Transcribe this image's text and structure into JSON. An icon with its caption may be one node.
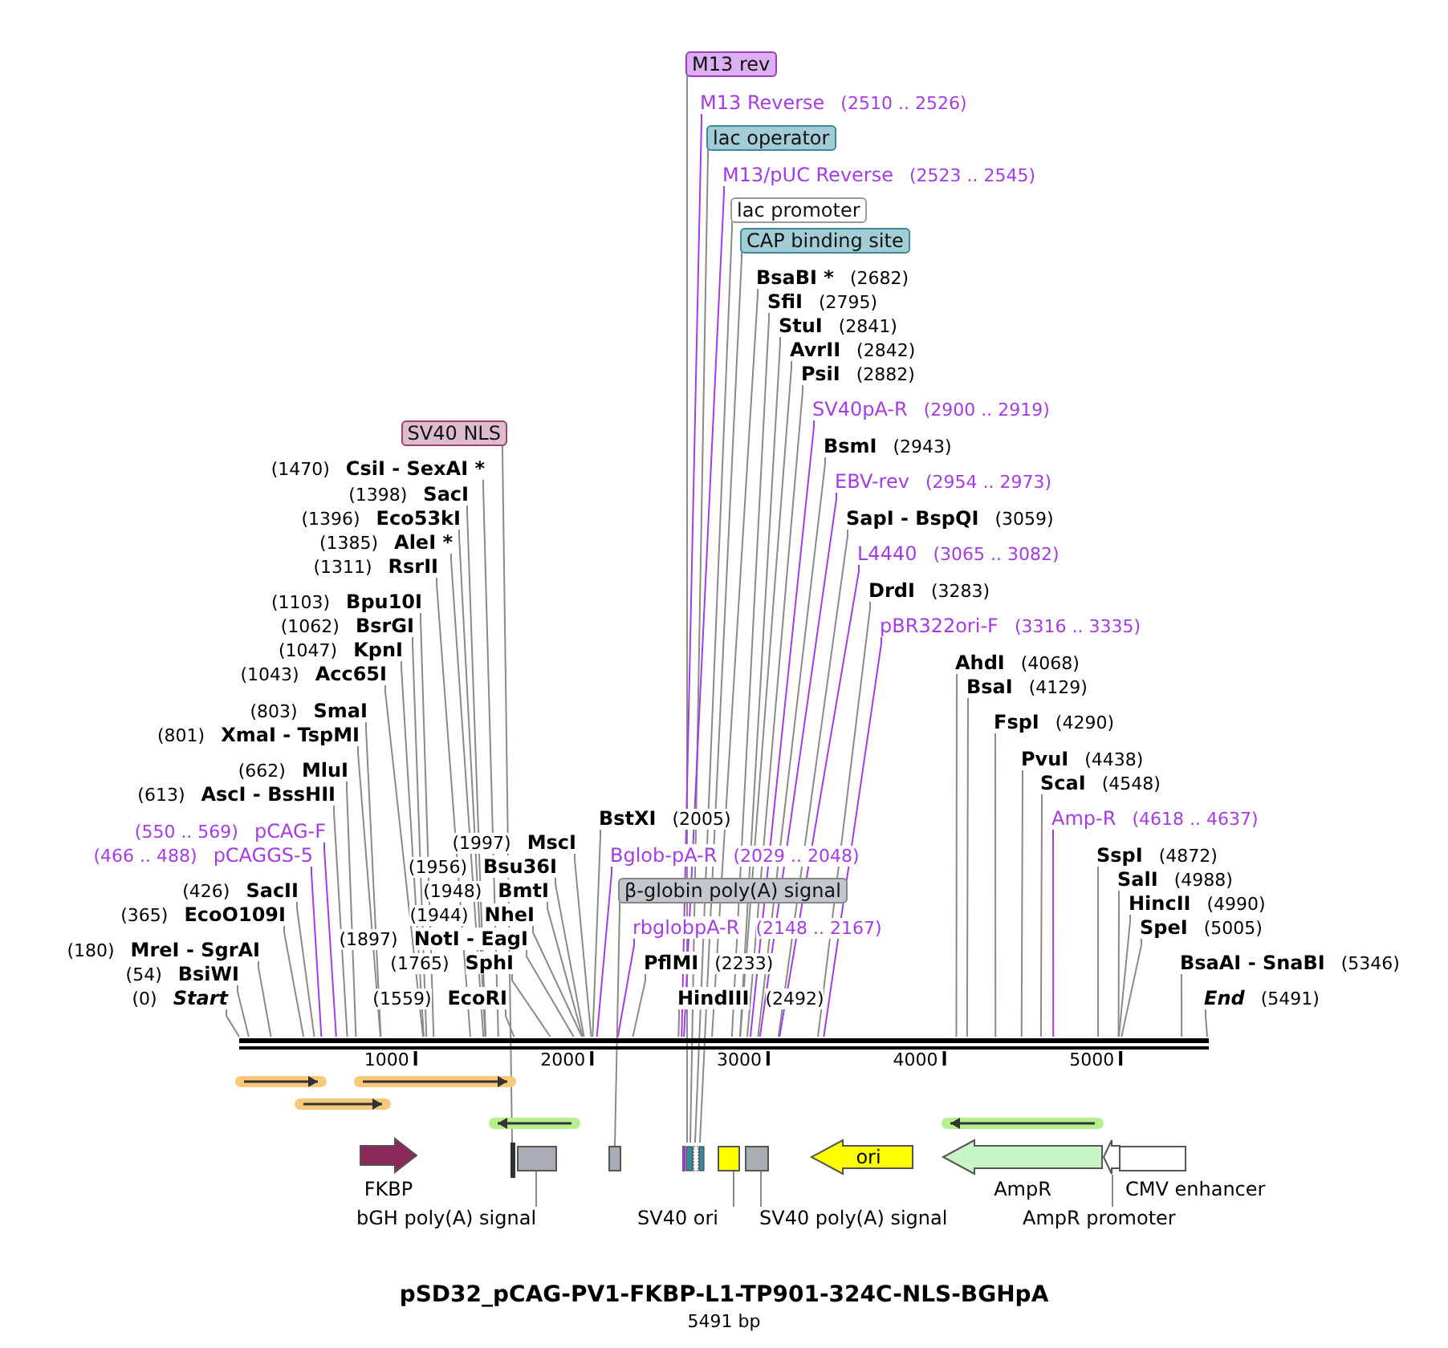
{
  "diagram": {
    "title": "pSD32_pCAG-PV1-FKBP-L1-TP901-324C-NLS-BGHpA",
    "caption": "5491 bp",
    "nodes": [
      {
        "text": [
          "M13 rev"
        ]
      },
      {
        "text": [
          "M13 Reverse",
          "(2510 .. 2526)"
        ]
      },
      {
        "text": [
          "lac operator"
        ]
      },
      {
        "text": [
          "M13/pUC Reverse",
          "(2523 .. 2545)"
        ]
      },
      {
        "text": [
          "lac promoter"
        ]
      },
      {
        "text": [
          "CAP binding site"
        ]
      },
      {
        "text": [
          "BsaBI *",
          "(2682)"
        ]
      },
      {
        "text": [
          "SfiI",
          "(2795)"
        ]
      },
      {
        "text": [
          "StuI",
          "(2841)"
        ]
      },
      {
        "text": [
          "AvrII",
          "(2842)"
        ]
      },
      {
        "text": [
          "PsiI",
          "(2882)"
        ]
      },
      {
        "text": [
          "SV40pA-R",
          "(2900 .. 2919)"
        ]
      },
      {
        "text": [
          "BsmI",
          "(2943)"
        ]
      },
      {
        "text": [
          "EBV-rev",
          "(2954 .. 2973)"
        ]
      },
      {
        "text": [
          "SapI  - BspQI",
          "(3059)"
        ]
      },
      {
        "text": [
          "L4440",
          "(3065 .. 3082)"
        ]
      },
      {
        "text": [
          "DrdI",
          "(3283)"
        ]
      },
      {
        "text": [
          "pBR322ori-F",
          "(3316 .. 3335)"
        ]
      },
      {
        "text": [
          "AhdI",
          "(4068)"
        ]
      },
      {
        "text": [
          "BsaI",
          "(4129)"
        ]
      },
      {
        "text": [
          "FspI",
          "(4290)"
        ]
      },
      {
        "text": [
          "PvuI",
          "(4438)"
        ]
      },
      {
        "text": [
          "ScaI",
          "(4548)"
        ]
      },
      {
        "text": [
          "Amp-R",
          "(4618 .. 4637)"
        ]
      },
      {
        "text": [
          "SspI",
          "(4872)"
        ]
      },
      {
        "text": [
          "SalI",
          "(4988)"
        ]
      },
      {
        "text": [
          "HincII",
          "(4990)"
        ]
      },
      {
        "text": [
          "SpeI",
          "(5005)"
        ]
      },
      {
        "text": [
          "BsaAI  - SnaBI",
          "(5346)"
        ]
      },
      {
        "text": [
          "End",
          "(5491)"
        ]
      },
      {
        "text": [
          "SV40 NLS"
        ]
      },
      {
        "text": [
          "(1470)",
          "CsiI  - SexAI *"
        ]
      },
      {
        "text": [
          "(1398)",
          "SacI"
        ]
      },
      {
        "text": [
          "(1396)",
          "Eco53kI"
        ]
      },
      {
        "text": [
          "(1385)",
          "AleI *"
        ]
      },
      {
        "text": [
          "(1311)",
          "RsrII"
        ]
      },
      {
        "text": [
          "(1103)",
          "Bpu10I"
        ]
      },
      {
        "text": [
          "(1062)",
          "BsrGI"
        ]
      },
      {
        "text": [
          "(1047)",
          "KpnI"
        ]
      },
      {
        "text": [
          "(1043)",
          "Acc65I"
        ]
      },
      {
        "text": [
          "(803)",
          "SmaI"
        ]
      },
      {
        "text": [
          "(801)",
          "XmaI  - TspMI"
        ]
      },
      {
        "text": [
          "(662)",
          "MluI"
        ]
      },
      {
        "text": [
          "(613)",
          "AscI  - BssHII"
        ]
      },
      {
        "text": [
          "(550 .. 569)",
          "pCAG-F"
        ]
      },
      {
        "text": [
          "(466 .. 488)",
          "pCAGGS-5"
        ]
      },
      {
        "text": [
          "(426)",
          "SacII"
        ]
      },
      {
        "text": [
          "(365)",
          "EcoO109I"
        ]
      },
      {
        "text": [
          "(180)",
          "MreI  - SgrAI"
        ]
      },
      {
        "text": [
          "(54)",
          "BsiWI"
        ]
      },
      {
        "text": [
          "(0)",
          "Start"
        ]
      },
      {
        "text": [
          "(1997)",
          "MscI"
        ]
      },
      {
        "text": [
          "(1956)",
          "Bsu36I"
        ]
      },
      {
        "text": [
          "(1948)",
          "BmtI"
        ]
      },
      {
        "text": [
          "(1944)",
          "NheI"
        ]
      },
      {
        "text": [
          "(1897)",
          "NotI  - EagI"
        ]
      },
      {
        "text": [
          "(1765)",
          "SphI"
        ]
      },
      {
        "text": [
          "(1559)",
          "EcoRI"
        ]
      },
      {
        "text": [
          "BstXI",
          "(2005)"
        ]
      },
      {
        "text": [
          "Bglob-pA-R",
          "(2029 .. 2048)"
        ]
      },
      {
        "text": [
          "β-globin poly(A) signal"
        ]
      },
      {
        "text": [
          "rbglobpA-R",
          "(2148 .. 2167)"
        ]
      },
      {
        "text": [
          "PflMI",
          "(2233)"
        ]
      },
      {
        "text": [
          "HindIII",
          "(2492)"
        ]
      },
      {
        "text": [],
        "shape": "bar"
      },
      {
        "text": [
          "FKBP"
        ]
      },
      {
        "text": [],
        "shape": "bar"
      },
      {
        "text": [],
        "shape": "box"
      },
      {
        "text": [],
        "shape": "box"
      },
      {
        "text": [],
        "shape": "box"
      },
      {
        "text": [],
        "shape": "box"
      },
      {
        "text": [],
        "shape": "box"
      },
      {
        "text": [
          "ori"
        ]
      },
      {
        "text": [
          "AmpR"
        ]
      },
      {
        "text": [],
        "shape": "arrow"
      },
      {
        "text": [
          "CMV enhancer"
        ]
      },
      {
        "text": [
          "bGH poly(A) signal"
        ]
      },
      {
        "text": [
          "SV40 ori"
        ]
      },
      {
        "text": [
          "SV40 poly(A) signal"
        ]
      },
      {
        "text": [
          "AmpR promoter"
        ]
      }
    ],
    "edges": [
      {
        "from": 0,
        "to": 69,
        "arrow": "none"
      },
      {
        "from": 1,
        "to": 64,
        "arrow": "none",
        "color": "#a43be6"
      },
      {
        "from": 2,
        "to": 69,
        "arrow": "none"
      },
      {
        "from": 3,
        "to": 64,
        "arrow": "none",
        "color": "#a43be6"
      },
      {
        "from": 4,
        "to": 69,
        "arrow": "none"
      },
      {
        "from": 5,
        "to": 69,
        "arrow": "none"
      },
      {
        "from": 6,
        "to": 64,
        "arrow": "none"
      },
      {
        "from": 7,
        "to": 64,
        "arrow": "none"
      },
      {
        "from": 8,
        "to": 64,
        "arrow": "none"
      },
      {
        "from": 9,
        "to": 64,
        "arrow": "none"
      },
      {
        "from": 10,
        "to": 64,
        "arrow": "none"
      },
      {
        "from": 11,
        "to": 64,
        "arrow": "none",
        "color": "#a43be6"
      },
      {
        "from": 12,
        "to": 64,
        "arrow": "none"
      },
      {
        "from": 13,
        "to": 64,
        "arrow": "none",
        "color": "#a43be6"
      },
      {
        "from": 14,
        "to": 64,
        "arrow": "none"
      },
      {
        "from": 15,
        "to": 64,
        "arrow": "none",
        "color": "#a43be6"
      },
      {
        "from": 16,
        "to": 64,
        "arrow": "none"
      },
      {
        "from": 17,
        "to": 64,
        "arrow": "none",
        "color": "#a43be6"
      },
      {
        "from": 18,
        "to": 64,
        "arrow": "none"
      },
      {
        "from": 19,
        "to": 64,
        "arrow": "none"
      },
      {
        "from": 20,
        "to": 64,
        "arrow": "none"
      },
      {
        "from": 21,
        "to": 64,
        "arrow": "none"
      },
      {
        "from": 22,
        "to": 64,
        "arrow": "none"
      },
      {
        "from": 23,
        "to": 64,
        "arrow": "none",
        "color": "#a43be6"
      },
      {
        "from": 24,
        "to": 64,
        "arrow": "none"
      },
      {
        "from": 25,
        "to": 64,
        "arrow": "none"
      },
      {
        "from": 26,
        "to": 64,
        "arrow": "none"
      },
      {
        "from": 27,
        "to": 64,
        "arrow": "none"
      },
      {
        "from": 28,
        "to": 64,
        "arrow": "none"
      },
      {
        "from": 29,
        "to": 64,
        "arrow": "none"
      },
      {
        "from": 30,
        "to": 66,
        "arrow": "none"
      },
      {
        "from": 31,
        "to": 64,
        "arrow": "none"
      },
      {
        "from": 32,
        "to": 64,
        "arrow": "none"
      },
      {
        "from": 33,
        "to": 64,
        "arrow": "none"
      },
      {
        "from": 34,
        "to": 64,
        "arrow": "none"
      },
      {
        "from": 35,
        "to": 64,
        "arrow": "none"
      },
      {
        "from": 36,
        "to": 64,
        "arrow": "none"
      },
      {
        "from": 37,
        "to": 64,
        "arrow": "none"
      },
      {
        "from": 38,
        "to": 64,
        "arrow": "none"
      },
      {
        "from": 39,
        "to": 64,
        "arrow": "none"
      },
      {
        "from": 40,
        "to": 64,
        "arrow": "none"
      },
      {
        "from": 41,
        "to": 64,
        "arrow": "none"
      },
      {
        "from": 42,
        "to": 64,
        "arrow": "none"
      },
      {
        "from": 43,
        "to": 64,
        "arrow": "none"
      },
      {
        "from": 44,
        "to": 64,
        "arrow": "none",
        "color": "#a43be6"
      },
      {
        "from": 45,
        "to": 64,
        "arrow": "none",
        "color": "#a43be6"
      },
      {
        "from": 46,
        "to": 64,
        "arrow": "none"
      },
      {
        "from": 47,
        "to": 64,
        "arrow": "none"
      },
      {
        "from": 48,
        "to": 64,
        "arrow": "none"
      },
      {
        "from": 49,
        "to": 64,
        "arrow": "none"
      },
      {
        "from": 50,
        "to": 64,
        "arrow": "none"
      },
      {
        "from": 51,
        "to": 64,
        "arrow": "none"
      },
      {
        "from": 52,
        "to": 64,
        "arrow": "none"
      },
      {
        "from": 53,
        "to": 64,
        "arrow": "none"
      },
      {
        "from": 54,
        "to": 64,
        "arrow": "none"
      },
      {
        "from": 55,
        "to": 64,
        "arrow": "none"
      },
      {
        "from": 56,
        "to": 64,
        "arrow": "none"
      },
      {
        "from": 57,
        "to": 64,
        "arrow": "none"
      },
      {
        "from": 58,
        "to": 64,
        "arrow": "none"
      },
      {
        "from": 59,
        "to": 64,
        "arrow": "none",
        "color": "#a43be6"
      },
      {
        "from": 60,
        "to": 68,
        "arrow": "none"
      },
      {
        "from": 61,
        "to": 64,
        "arrow": "none",
        "color": "#a43be6"
      },
      {
        "from": 62,
        "to": 64,
        "arrow": "none"
      },
      {
        "from": 63,
        "to": 64,
        "arrow": "none"
      },
      {
        "from": 76,
        "to": 67,
        "arrow": "none"
      },
      {
        "from": 77,
        "to": 70,
        "arrow": "none"
      },
      {
        "from": 78,
        "to": 71,
        "arrow": "none"
      },
      {
        "from": 79,
        "to": 74,
        "arrow": "none"
      }
    ],
    "labels": [
      "1000",
      "2000",
      "3000",
      "4000",
      "5000"
    ]
  }
}
